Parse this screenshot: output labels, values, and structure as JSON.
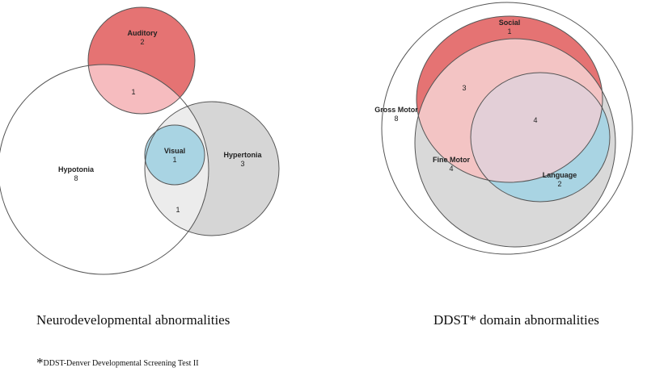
{
  "left_diagram": {
    "caption": "Neurodevelopmental abnormalities",
    "sets": {
      "auditory": {
        "label": "Auditory",
        "count": "2",
        "color": "#e57373"
      },
      "hypotonia": {
        "label": "Hypotonia",
        "count": "8",
        "color": "#ffffff"
      },
      "visual": {
        "label": "Visual",
        "count": "1",
        "color": "#a9d4e3"
      },
      "hypertonia": {
        "label": "Hypertonia",
        "count": "3",
        "color": "#d6d6d6"
      }
    },
    "overlaps": {
      "auditory_hypotonia": "1",
      "hypotonia_hypertonia": "1"
    }
  },
  "right_diagram": {
    "caption": "DDST* domain abnormalities",
    "sets": {
      "gross_motor": {
        "label": "Gross Motor",
        "count": "8",
        "color": "#ffffff"
      },
      "fine_motor": {
        "label": "Fine Motor",
        "count": "4",
        "color": "#d9d9d9"
      },
      "social": {
        "label": "Social",
        "count": "1",
        "color": "#e57373"
      },
      "language": {
        "label": "Language",
        "count": "2",
        "color": "#a9d4e3"
      }
    },
    "overlaps": {
      "social_fine_motor": "3",
      "social_language_fine_motor": "4"
    }
  },
  "footnote": {
    "marker": "*",
    "text": "DDST-Denver Developmental Screening Test II"
  }
}
